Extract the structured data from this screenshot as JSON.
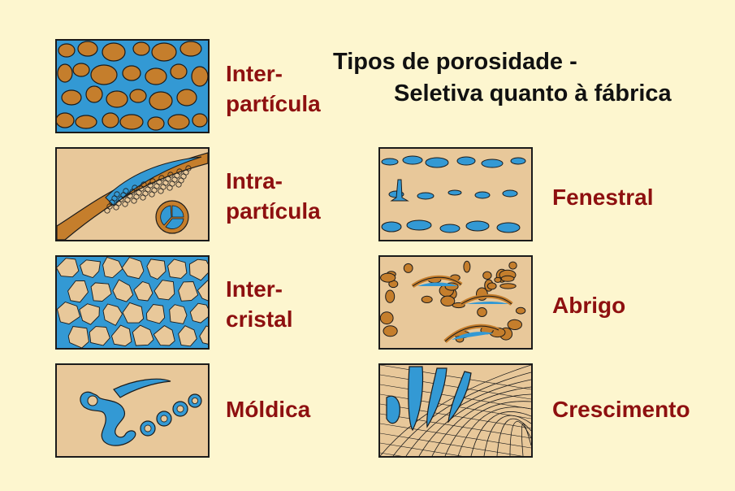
{
  "title": {
    "line1": "Tipos de porosidade -",
    "line2": "Seletiva quanto à fábrica"
  },
  "types": [
    {
      "id": "interparticula",
      "line1": "Inter-",
      "line2": "partícula"
    },
    {
      "id": "intraparticula",
      "line1": "Intra-",
      "line2": "partícula"
    },
    {
      "id": "intercristal",
      "line1": "Inter-",
      "line2": "cristal"
    },
    {
      "id": "moldica",
      "line1": "Móldica",
      "line2": ""
    },
    {
      "id": "fenestral",
      "line1": "Fenestral",
      "line2": ""
    },
    {
      "id": "abrigo",
      "line1": "Abrigo",
      "line2": ""
    },
    {
      "id": "crescimento",
      "line1": "Crescimento",
      "line2": ""
    }
  ],
  "colors": {
    "background": "#fdf6cf",
    "pore": "#3399d4",
    "grain": "#c57e2c",
    "matrix": "#e8c89a",
    "outline": "#1b1b1b",
    "label": "#8e1010",
    "title": "#111111"
  }
}
